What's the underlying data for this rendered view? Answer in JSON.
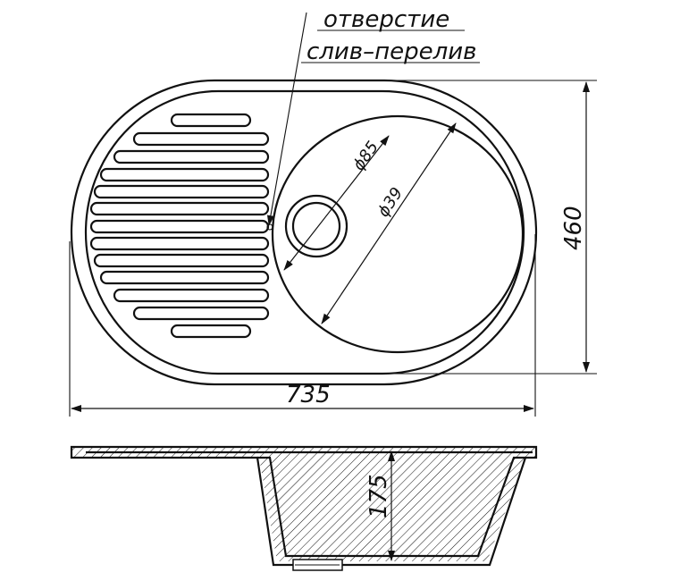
{
  "annotation": {
    "line1": "отверстие",
    "line2": "слив–перелив"
  },
  "dimensions": {
    "bowl_diameter": "ϕ85",
    "drain_diameter": "ϕ39",
    "height": "460",
    "width": "735",
    "depth": "175"
  }
}
